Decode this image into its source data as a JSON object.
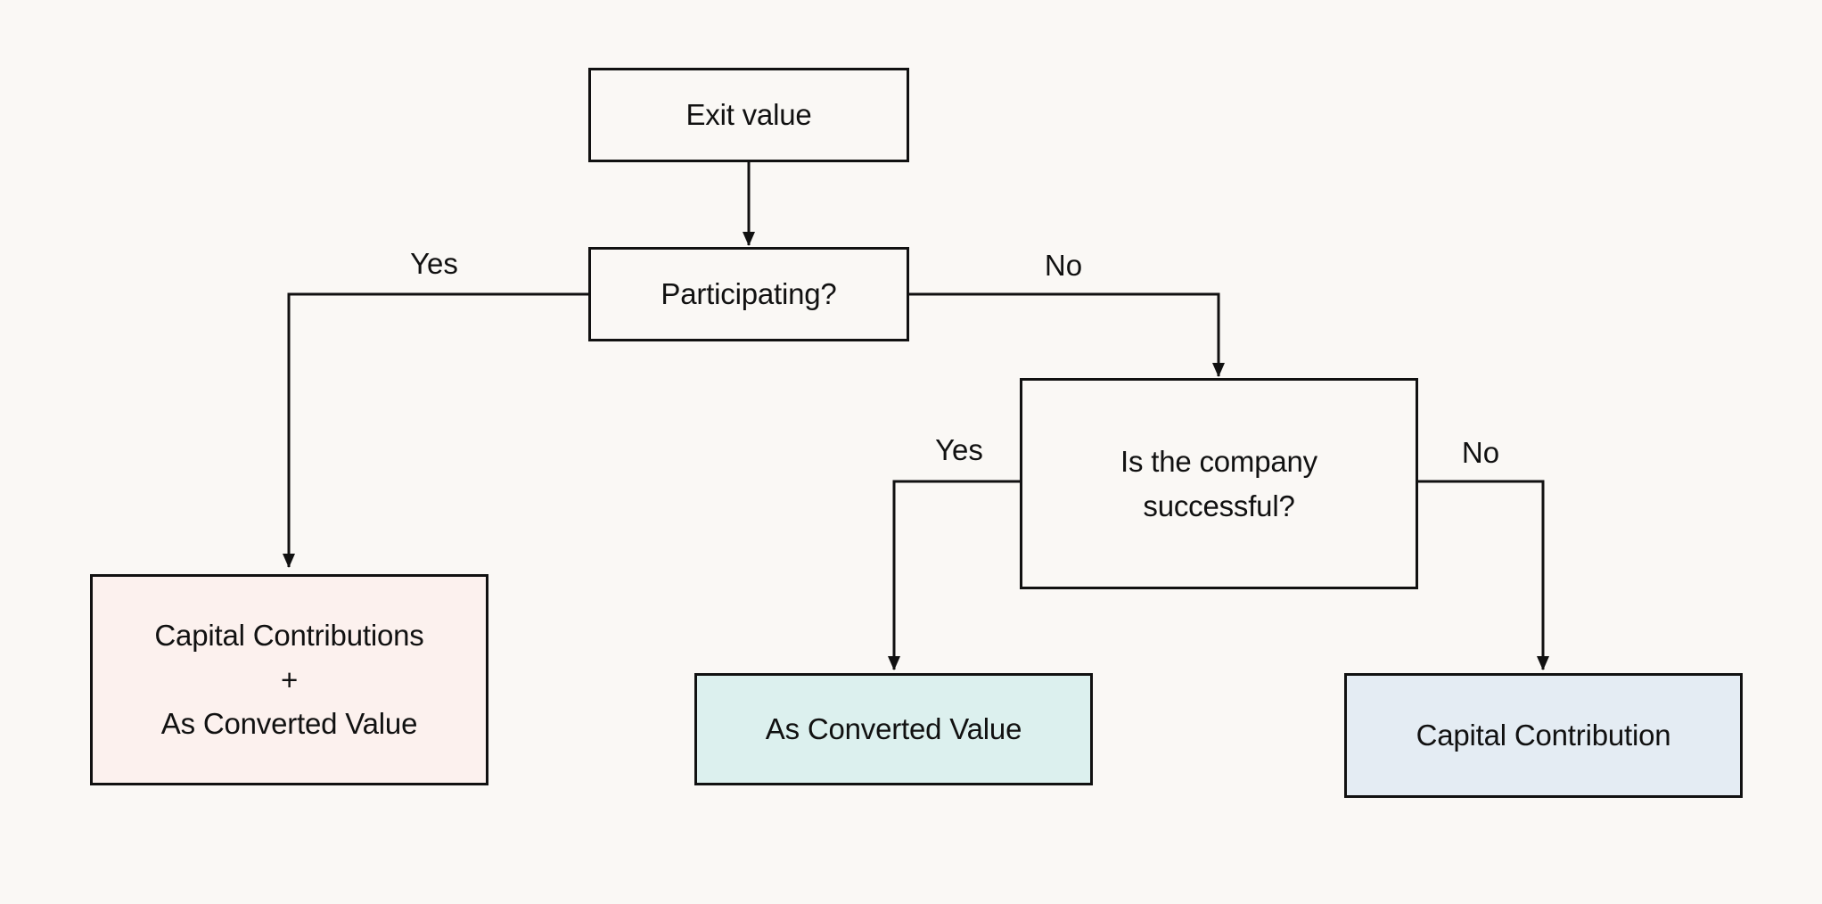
{
  "flowchart": {
    "nodes": {
      "exit_value": {
        "label": "Exit value"
      },
      "participating": {
        "label": "Participating?"
      },
      "company_successful": {
        "line1": "Is the company",
        "line2": "successful?"
      },
      "capital_contributions_plus": {
        "line1": "Capital Contributions",
        "line2": "+",
        "line3": "As Converted Value",
        "fill": "#fcf1ee"
      },
      "as_converted_value": {
        "label": "As Converted Value",
        "fill": "#dcf0ee"
      },
      "capital_contribution": {
        "label": "Capital Contribution",
        "fill": "#e4ecf3"
      }
    },
    "edge_labels": {
      "participating_yes": "Yes",
      "participating_no": "No",
      "successful_yes": "Yes",
      "successful_no": "No"
    },
    "colors": {
      "background": "#faf8f5",
      "stroke": "#111111"
    }
  }
}
